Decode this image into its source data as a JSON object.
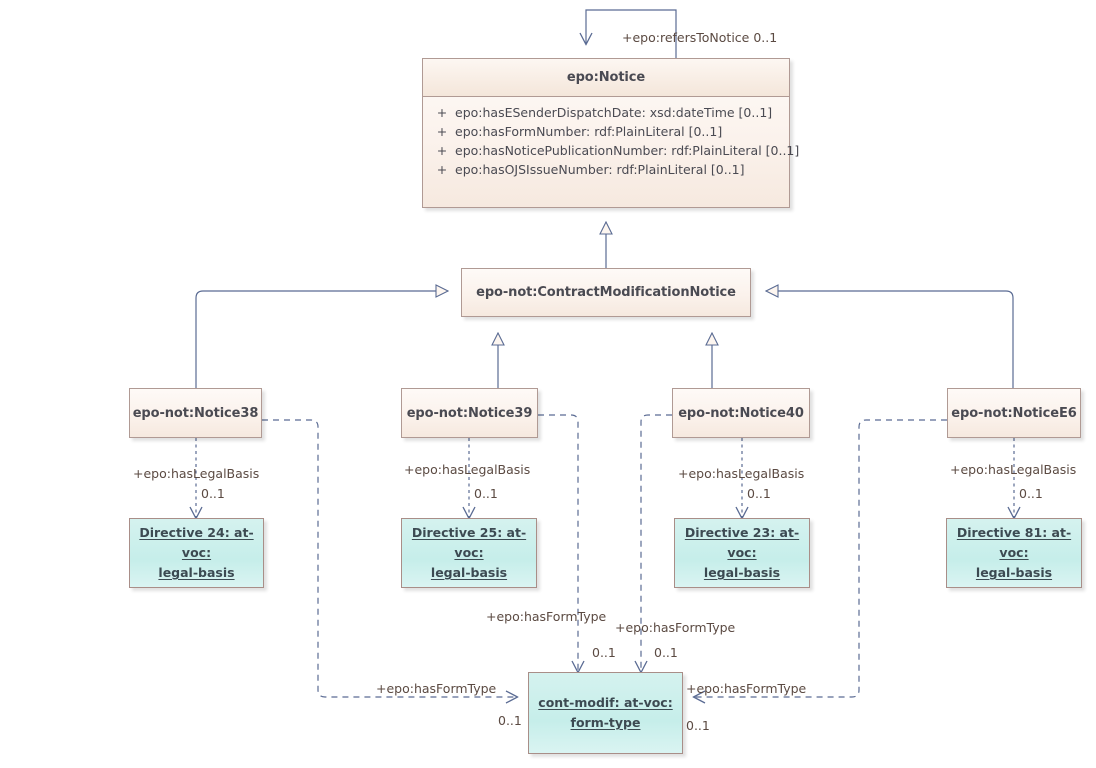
{
  "diagram": {
    "title": "epo Contract Modification Notice class diagram",
    "type": "uml-class-diagram",
    "colors": {
      "class_fill": "#fbf2ec",
      "class_border": "#b09a94",
      "vocabulary_fill": "#c6eeea",
      "vocabulary_border": "#a98e88",
      "line": "#5a6b93",
      "text": "#4a4a52",
      "label_text": "#5b4a42",
      "background": "#ffffff"
    }
  },
  "classes": {
    "notice": {
      "name": "epo:Notice",
      "attributes": [
        {
          "visibility": "+",
          "text": "epo:hasESenderDispatchDate: xsd:dateTime [0..1]"
        },
        {
          "visibility": "+",
          "text": "epo:hasFormNumber: rdf:PlainLiteral [0..1]"
        },
        {
          "visibility": "+",
          "text": "epo:hasNoticePublicationNumber: rdf:PlainLiteral [0..1]"
        },
        {
          "visibility": "+",
          "text": "epo:hasOJSIssueNumber: rdf:PlainLiteral [0..1]"
        }
      ]
    },
    "contract_modification_notice": {
      "name": "epo-not:ContractModificationNotice"
    },
    "notice38": {
      "name": "epo-not:Notice38"
    },
    "notice39": {
      "name": "epo-not:Notice39"
    },
    "notice40": {
      "name": "epo-not:Notice40"
    },
    "noticeE6": {
      "name": "epo-not:NoticeE6"
    }
  },
  "vocabularies": {
    "directive24": {
      "line1": "Directive 24: at-voc:",
      "line2": "legal-basis"
    },
    "directive25": {
      "line1": "Directive 25: at-voc:",
      "line2": "legal-basis"
    },
    "directive23": {
      "line1": "Directive 23: at-voc:",
      "line2": "legal-basis"
    },
    "directive81": {
      "line1": "Directive 81: at-voc:",
      "line2": "legal-basis"
    },
    "form_type": {
      "line1": "cont-modif: at-voc:",
      "line2": "form-type"
    }
  },
  "associations": {
    "refers_to_notice": {
      "label": "+epo:refersToNotice 0..1"
    },
    "legal_basis_38": {
      "label": "+epo:hasLegalBasis",
      "multiplicity": "0..1"
    },
    "legal_basis_39": {
      "label": "+epo:hasLegalBasis",
      "multiplicity": "0..1"
    },
    "legal_basis_40": {
      "label": "+epo:hasLegalBasis",
      "multiplicity": "0..1"
    },
    "legal_basis_E6": {
      "label": "+epo:hasLegalBasis",
      "multiplicity": "0..1"
    },
    "form_type_38": {
      "label": "+epo:hasFormType",
      "multiplicity": "0..1"
    },
    "form_type_39": {
      "label": "+epo:hasFormType",
      "multiplicity": "0..1"
    },
    "form_type_40": {
      "label": "+epo:hasFormType",
      "multiplicity": "0..1"
    },
    "form_type_E6": {
      "label": "+epo:hasFormType",
      "multiplicity": "0..1"
    }
  }
}
